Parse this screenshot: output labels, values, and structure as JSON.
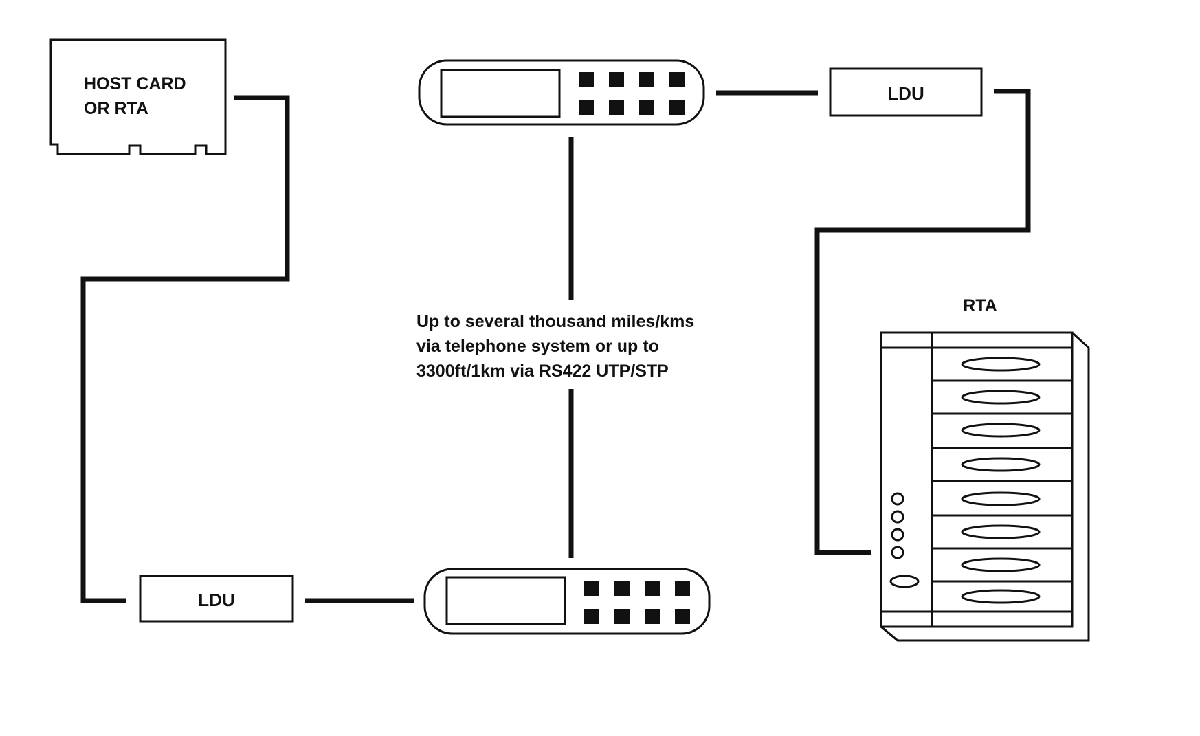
{
  "host_card": {
    "line1": "HOST CARD",
    "line2": "OR RTA"
  },
  "ldu_top": {
    "label": "LDU"
  },
  "ldu_bottom": {
    "label": "LDU"
  },
  "rta": {
    "label": "RTA"
  },
  "link_note": {
    "line1": "Up to several thousand miles/kms",
    "line2": "via telephone system or up to",
    "line3": "3300ft/1km via RS422 UTP/STP"
  }
}
